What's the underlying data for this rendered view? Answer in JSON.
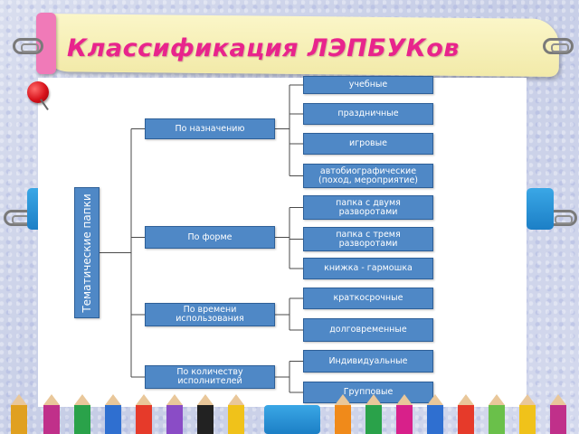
{
  "slide": {
    "title": "Классификация ЛЭПБУКов"
  },
  "diagram": {
    "root": "Тематические папки",
    "groups": [
      {
        "label": "По назначению",
        "items": [
          "учебные",
          "праздничные",
          "игровые",
          "автобиографические\n(поход, мероприятие)"
        ]
      },
      {
        "label": "По форме",
        "items": [
          "папка с двумя\nразворотами",
          "папка с тремя\nразворотами",
          "книжка - гармошка"
        ]
      },
      {
        "label": "По времени\nиспользования",
        "items": [
          "краткосрочные",
          "долговременные"
        ]
      },
      {
        "label": "По количеству\nисполнителей",
        "items": [
          "Индивидуальные",
          "Групповые"
        ]
      }
    ]
  }
}
